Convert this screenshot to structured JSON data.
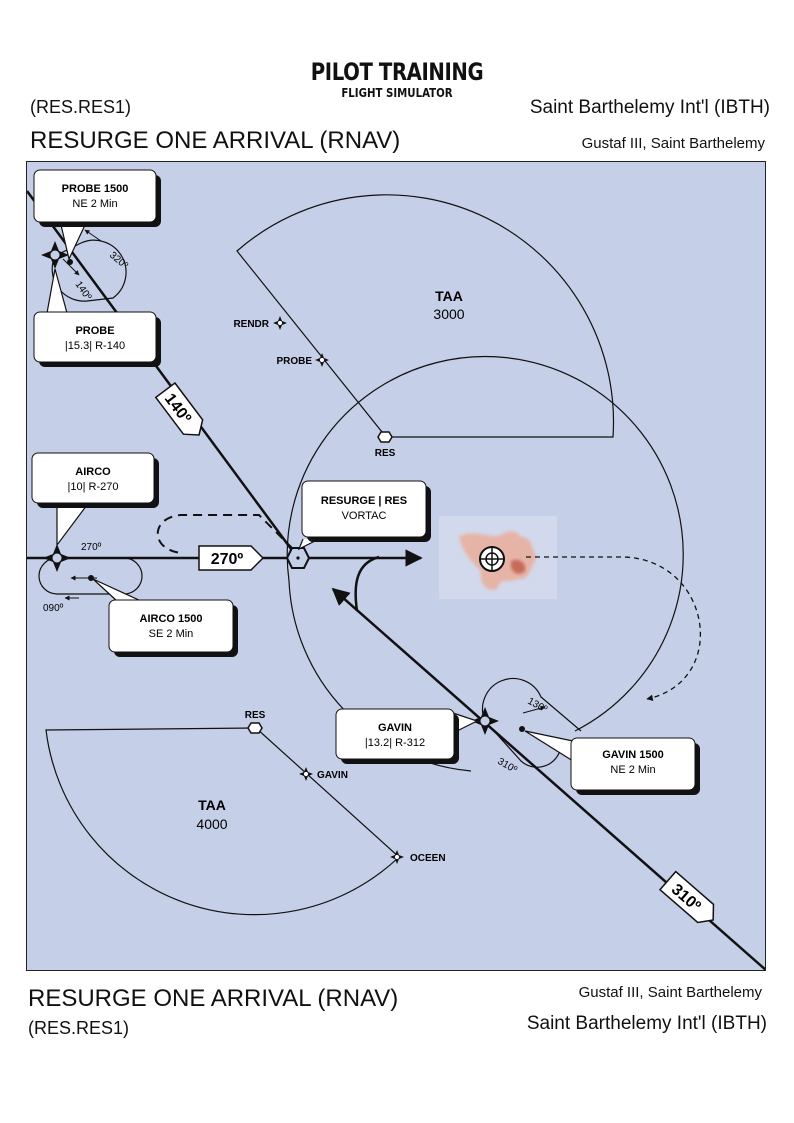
{
  "logo": {
    "main": "PILOT TRAINING",
    "sub": "FLIGHT SIMULATOR"
  },
  "header": {
    "procedure_code": "(RES.RES1)",
    "procedure_title": "RESURGE ONE ARRIVAL (RNAV)",
    "airport_name": "Saint Barthelemy Int'l (IBTH)",
    "airport_location": "Gustaf III, Saint Barthelemy"
  },
  "footer": {
    "procedure_title": "RESURGE ONE ARRIVAL (RNAV)",
    "procedure_code": "(RES.RES1)",
    "airport_location": "Gustaf III, Saint Barthelemy",
    "airport_name": "Saint Barthelemy Int'l (IBTH)"
  },
  "map": {
    "callouts": {
      "probe_hold": {
        "title": "PROBE 1500",
        "detail": "NE 2 Min"
      },
      "probe_fix": {
        "title": "PROBE",
        "detail": "|15.3| R-140"
      },
      "airco_fix": {
        "title": "AIRCO",
        "detail": "|10| R-270"
      },
      "airco_hold": {
        "title": "AIRCO 1500",
        "detail": "SE 2 Min"
      },
      "resurge": {
        "title": "RESURGE | RES",
        "detail": "VORTAC"
      },
      "gavin_fix": {
        "title": "GAVIN",
        "detail": "|13.2| R-312"
      },
      "gavin_hold": {
        "title": "GAVIN 1500",
        "detail": "NE 2 Min"
      }
    },
    "course_flags": {
      "c140": "140º",
      "c270": "270º",
      "c310": "310º"
    },
    "hold_headings": {
      "probe_out": "320º",
      "probe_in": "140º",
      "airco_in": "270º",
      "airco_out": "090º",
      "gavin_out": "130º",
      "gavin_in": "310º"
    },
    "taa_north": {
      "label": "TAA",
      "altitude": "3000",
      "fixes": [
        "RENDR",
        "PROBE",
        "RES"
      ]
    },
    "taa_south": {
      "label": "TAA",
      "altitude": "4000",
      "fixes": [
        "RES",
        "GAVIN",
        "OCEEN"
      ]
    },
    "colors": {
      "map_background": "#c6cfe8",
      "island": "#e0a090",
      "ink": "#111111"
    }
  }
}
